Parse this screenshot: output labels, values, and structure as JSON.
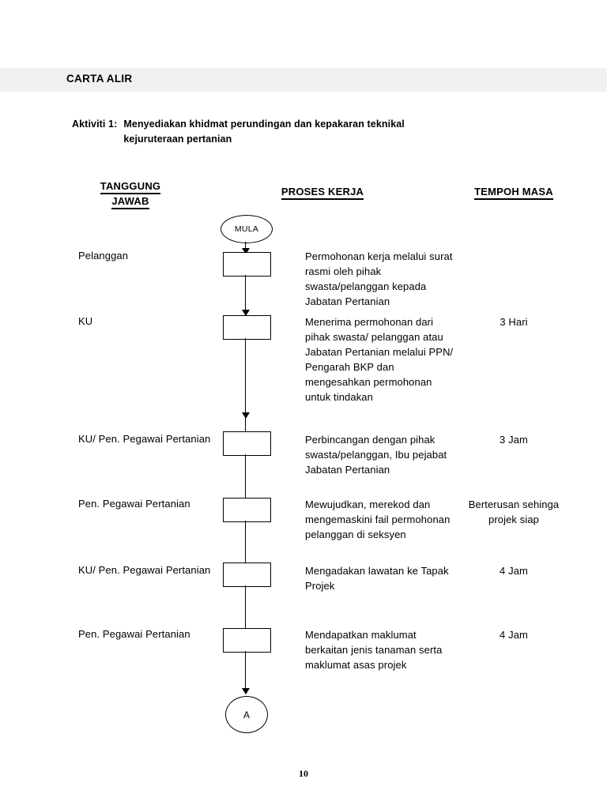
{
  "header": {
    "title": "CARTA ALIR"
  },
  "activity": {
    "label": "Aktiviti 1:",
    "line1": "Menyediakan khidmat perundingan dan kepakaran teknikal",
    "line2": "kejuruteraan pertanian"
  },
  "columns": {
    "responsibility_line1": "TANGGUNG",
    "responsibility_line2": "JAWAB",
    "process": "PROSES KERJA",
    "duration": "TEMPOH MASA"
  },
  "flow": {
    "start_label": "MULA",
    "end_connector_label": "A"
  },
  "rows": [
    {
      "responsibility": "Pelanggan",
      "process": "Permohonan kerja melalui surat rasmi oleh pihak swasta/pelanggan kepada Jabatan Pertanian",
      "duration": ""
    },
    {
      "responsibility": "KU",
      "process": "Menerima permohonan dari pihak swasta/ pelanggan atau Jabatan Pertanian melalui PPN/ Pengarah BKP dan mengesahkan permohonan untuk tindakan",
      "duration": "3 Hari"
    },
    {
      "responsibility": "KU/ Pen. Pegawai Pertanian",
      "process": "Perbincangan dengan pihak swasta/pelanggan, Ibu pejabat Jabatan Pertanian",
      "duration": "3 Jam"
    },
    {
      "responsibility": "Pen. Pegawai Pertanian",
      "process": "Mewujudkan, merekod dan mengemaskini fail permohonan pelanggan di seksyen",
      "duration": "Berterusan sehinga projek siap"
    },
    {
      "responsibility": "KU/ Pen. Pegawai Pertanian",
      "process": "Mengadakan lawatan ke Tapak Projek",
      "duration": "4 Jam"
    },
    {
      "responsibility": "Pen. Pegawai Pertanian",
      "process": "Mendapatkan maklumat berkaitan jenis tanaman serta maklumat asas projek",
      "duration": "4 Jam"
    }
  ],
  "footer": {
    "page_number": "10"
  }
}
